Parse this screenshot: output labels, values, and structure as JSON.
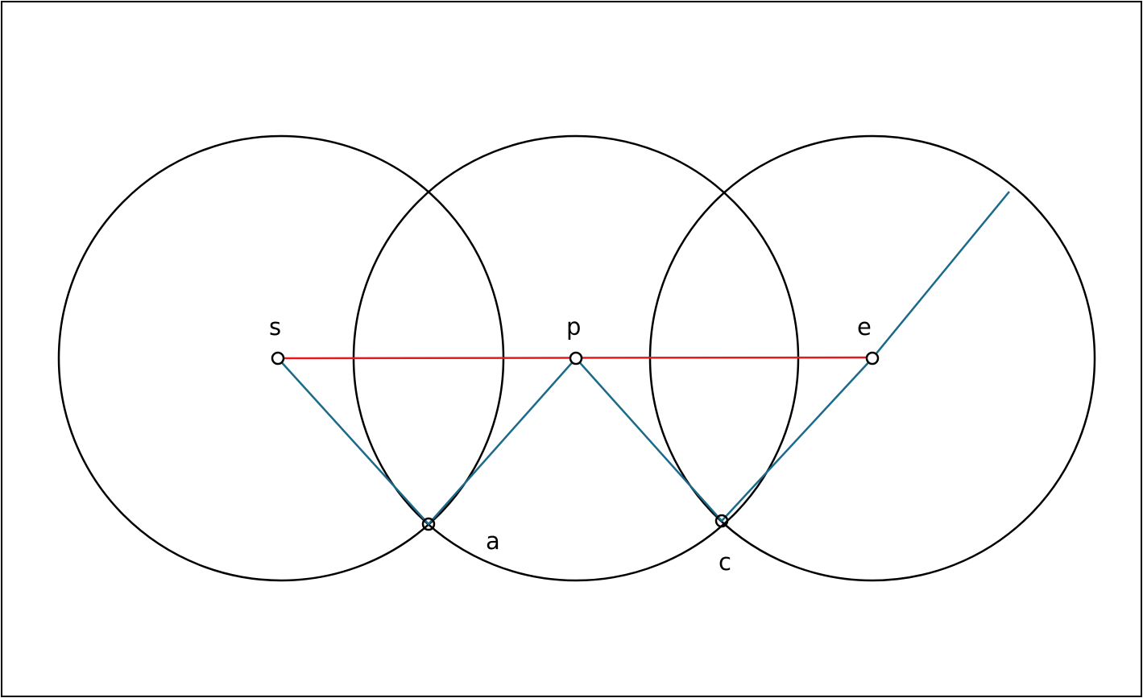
{
  "diagram": {
    "colors": {
      "circle": "#000000",
      "axis_line": "#e41a1c",
      "path": "#1b6a8a",
      "point": "#000000",
      "background": "#ffffff"
    },
    "labels": {
      "s": "s",
      "p": "p",
      "e": "e",
      "a": "a",
      "c": "c"
    }
  }
}
